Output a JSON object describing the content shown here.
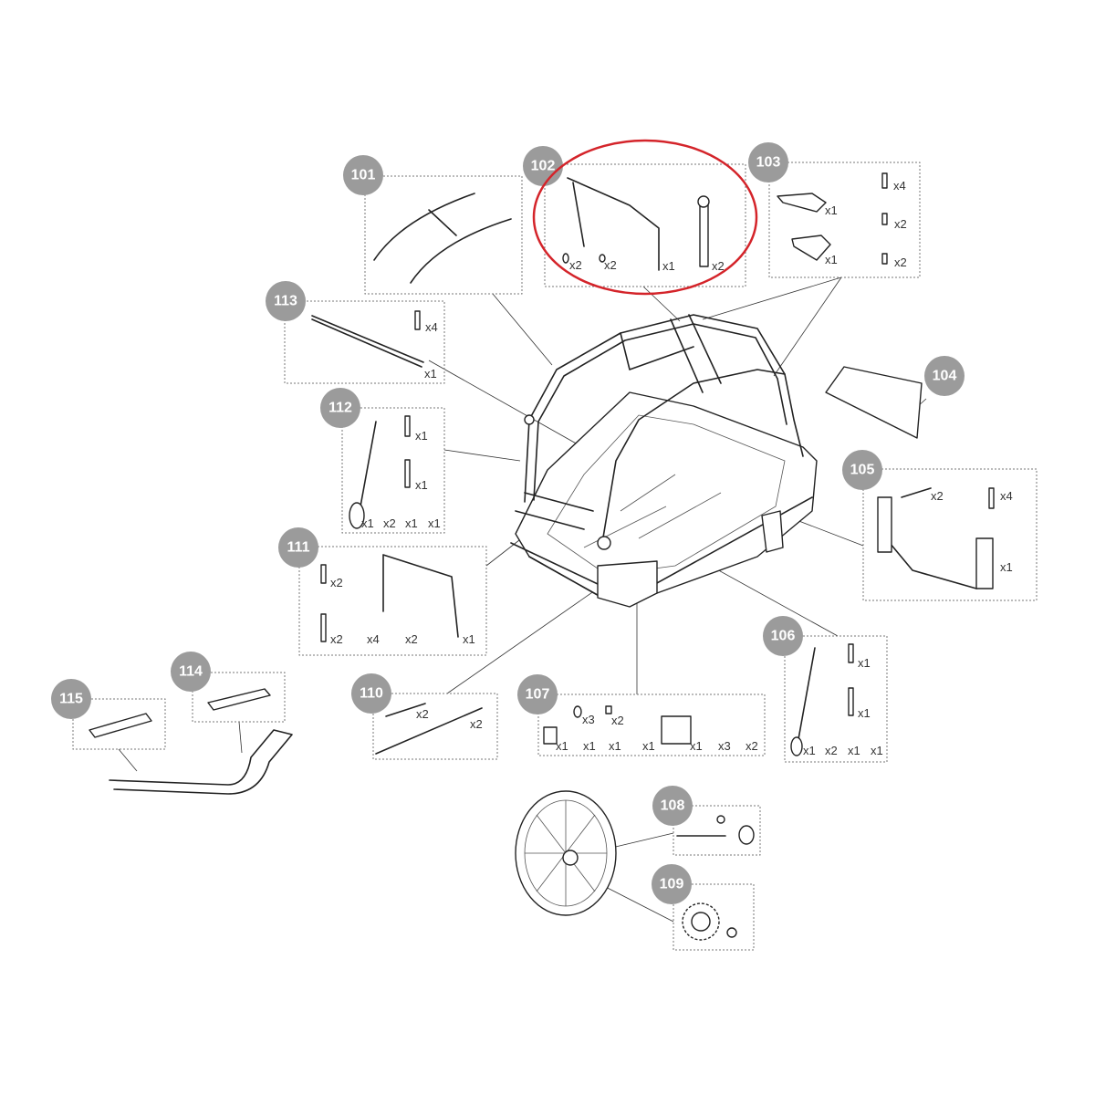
{
  "diagram": {
    "highlight_color": "#d4242a",
    "badge_color": "#9b9b9b",
    "highlighted_part": "102",
    "parts": {
      "p101": {
        "number": "101",
        "quantities": []
      },
      "p102": {
        "number": "102",
        "quantities": [
          "x2",
          "x2",
          "x1",
          "x2"
        ]
      },
      "p103": {
        "number": "103",
        "quantities": [
          "x4",
          "x1",
          "x2",
          "x1",
          "x2"
        ]
      },
      "p104": {
        "number": "104",
        "quantities": []
      },
      "p105": {
        "number": "105",
        "quantities": [
          "x2",
          "x4",
          "x1"
        ]
      },
      "p106": {
        "number": "106",
        "quantities": [
          "x1",
          "x1",
          "x1",
          "x2",
          "x1",
          "x1"
        ]
      },
      "p107": {
        "number": "107",
        "quantities": [
          "x3",
          "x2",
          "x1",
          "x1",
          "x1",
          "x1",
          "x1",
          "x3",
          "x2"
        ]
      },
      "p108": {
        "number": "108",
        "quantities": []
      },
      "p109": {
        "number": "109",
        "quantities": []
      },
      "p110": {
        "number": "110",
        "quantities": [
          "x2",
          "x2"
        ]
      },
      "p111": {
        "number": "111",
        "quantities": [
          "x2",
          "x2",
          "x4",
          "x2",
          "x1"
        ]
      },
      "p112": {
        "number": "112",
        "quantities": [
          "x1",
          "x1",
          "x1",
          "x2",
          "x1",
          "x1"
        ]
      },
      "p113": {
        "number": "113",
        "quantities": [
          "x4",
          "x1"
        ]
      },
      "p114": {
        "number": "114",
        "quantities": []
      },
      "p115": {
        "number": "115",
        "quantities": []
      }
    }
  }
}
